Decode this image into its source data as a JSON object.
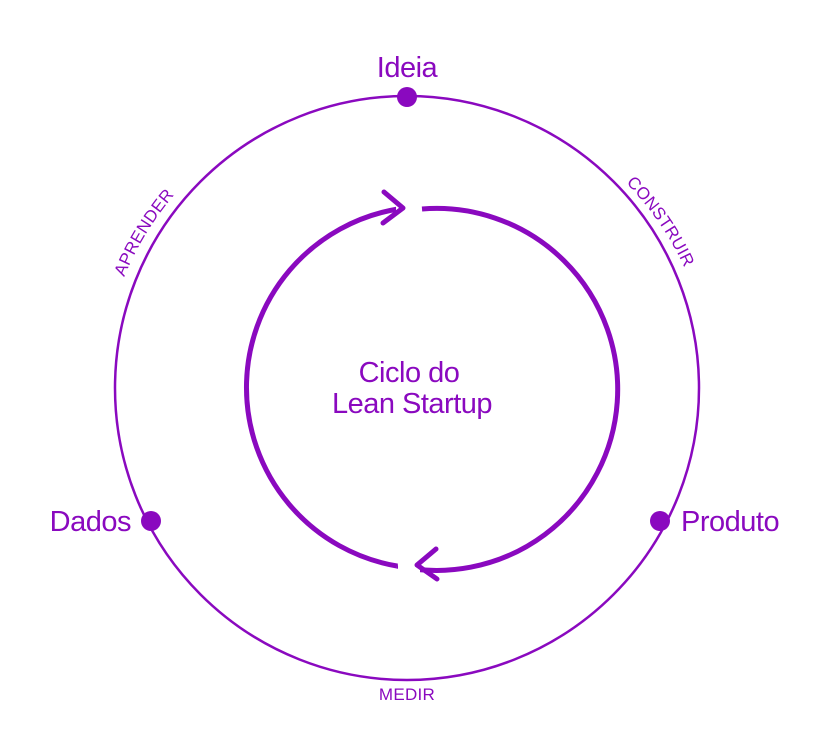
{
  "colors": {
    "accent": "#8a09bf",
    "background": "#ffffff"
  },
  "center": {
    "line1": "Ciclo do",
    "line2": "Lean Startup"
  },
  "nodes": {
    "ideia": "Ideia",
    "produto": "Produto",
    "dados": "Dados"
  },
  "edges": {
    "construir": "CONSTRUIR",
    "medir": "MEDIR",
    "aprender": "APRENDER"
  }
}
